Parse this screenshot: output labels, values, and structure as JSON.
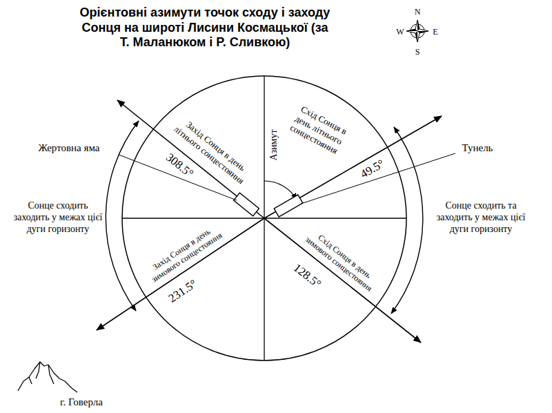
{
  "diagram": {
    "title": "Орієнтовні азимути точок сходу і заходу Сонця на широті Лисини Космацької (за Т. Маланюком і Р. Сливкою)",
    "labels": [
      "N",
      "W",
      "E",
      "S",
      "Захід Сонця в день літнього сонцестояння",
      "Схід Сонця в день літнього сонцестояння",
      "Азимут",
      "Жертовна яма",
      "Тунель",
      "308.5°",
      "49.5°",
      "Сонце сходить заходить у межах цієї дуги горизонту",
      "Сонце сходить та заходить у межах цієї дуги горизонту",
      "Захід Сонця в день зимового сонцестояння",
      "231.5°",
      "Схід Сонця в день зимового сонцестояння",
      "128.5°",
      "г. Говерла"
    ]
  }
}
